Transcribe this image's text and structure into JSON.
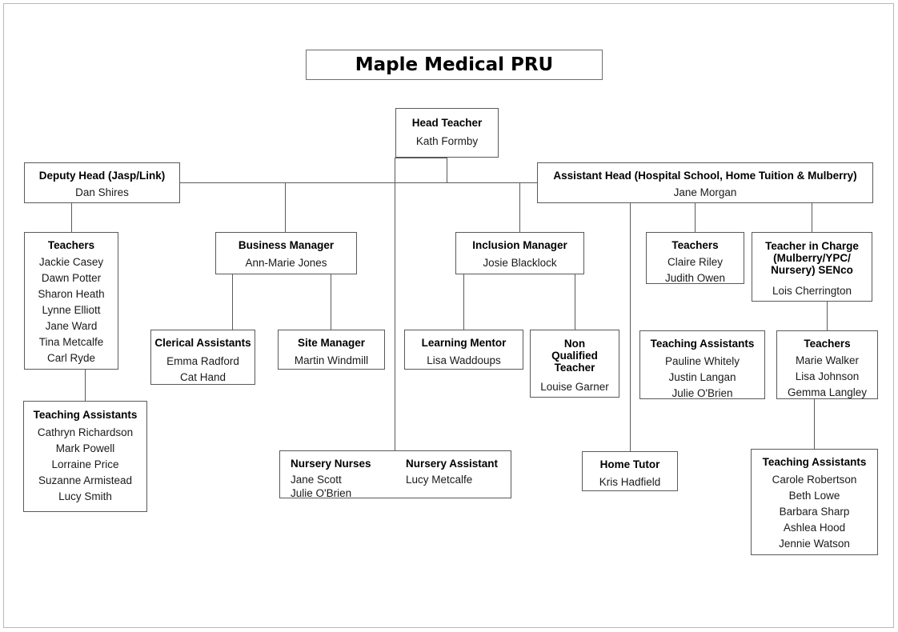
{
  "chart_title": "Maple Medical PRU",
  "nodes": {
    "head_teacher": {
      "title": "Head Teacher",
      "people": [
        "Kath Formby"
      ]
    },
    "deputy_head": {
      "title": "Deputy Head (Jasp/Link)",
      "people": [
        "Dan Shires"
      ]
    },
    "assistant_head": {
      "title": "Assistant Head (Hospital School, Home Tuition & Mulberry)",
      "people": [
        "Jane Morgan"
      ]
    },
    "teachers_left": {
      "title": "Teachers",
      "people": [
        "Jackie Casey",
        "Dawn Potter",
        "Sharon Heath",
        "Lynne Elliott",
        "Jane Ward",
        "Tina Metcalfe",
        "Carl Ryde"
      ]
    },
    "teaching_assistants_left": {
      "title": "Teaching Assistants",
      "people": [
        "Cathryn Richardson",
        "Mark Powell",
        "Lorraine Price",
        "Suzanne Armistead",
        "Lucy Smith"
      ]
    },
    "business_manager": {
      "title": "Business Manager",
      "people": [
        "Ann-Marie Jones"
      ]
    },
    "clerical_assistants": {
      "title": "Clerical Assistants",
      "people": [
        "Emma Radford",
        "Cat Hand"
      ]
    },
    "site_manager": {
      "title": "Site Manager",
      "people": [
        "Martin Windmill"
      ]
    },
    "inclusion_manager": {
      "title": "Inclusion Manager",
      "people": [
        "Josie Blacklock"
      ]
    },
    "learning_mentor": {
      "title": "Learning Mentor",
      "people": [
        "Lisa Waddoups"
      ]
    },
    "non_qualified_teacher": {
      "title": "Non Qualified Teacher",
      "title_lines": [
        "Non",
        "Qualified",
        "Teacher"
      ],
      "people": [
        "Louise Garner"
      ]
    },
    "nursery": {
      "columns": [
        {
          "title": "Nursery Nurses",
          "people": [
            "Jane Scott",
            "Julie O'Brien"
          ]
        },
        {
          "title": "Nursery Assistant",
          "people": [
            "Lucy Metcalfe"
          ]
        }
      ]
    },
    "teachers_right": {
      "title": "Teachers",
      "people": [
        "Claire Riley",
        "Judith Owen"
      ]
    },
    "teacher_in_charge": {
      "title": "Teacher in Charge (Mulberry/YPC/Nursery) SENco",
      "title_lines": [
        "Teacher in Charge",
        "(Mulberry/YPC/",
        "Nursery) SENco"
      ],
      "people": [
        "Lois Cherrington"
      ]
    },
    "teaching_assistants_mid": {
      "title": "Teaching Assistants",
      "people": [
        "Pauline Whitely",
        "Justin Langan",
        "Julie O'Brien"
      ]
    },
    "teachers_mulberry": {
      "title": "Teachers",
      "people": [
        "Marie Walker",
        "Lisa Johnson",
        "Gemma Langley"
      ]
    },
    "home_tutor": {
      "title": "Home Tutor",
      "people": [
        "Kris Hadfield"
      ]
    },
    "teaching_assistants_right": {
      "title": "Teaching Assistants",
      "people": [
        "Carole Robertson",
        "Beth Lowe",
        "Barbara Sharp",
        "Ashlea Hood",
        "Jennie Watson"
      ]
    }
  }
}
